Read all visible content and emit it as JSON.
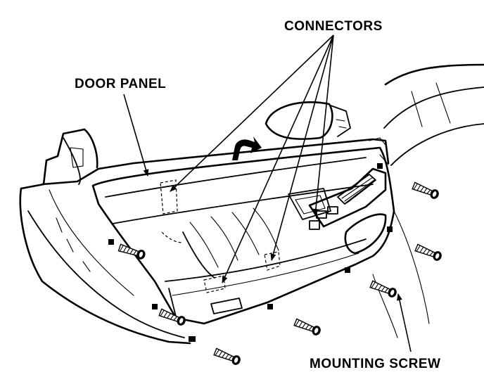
{
  "labels": {
    "connectors": "CONNECTORS",
    "door_panel": "DOOR PANEL",
    "mounting_screw": "MOUNTING SCREW"
  },
  "colors": {
    "ink": "#000000",
    "paper": "#ffffff"
  }
}
